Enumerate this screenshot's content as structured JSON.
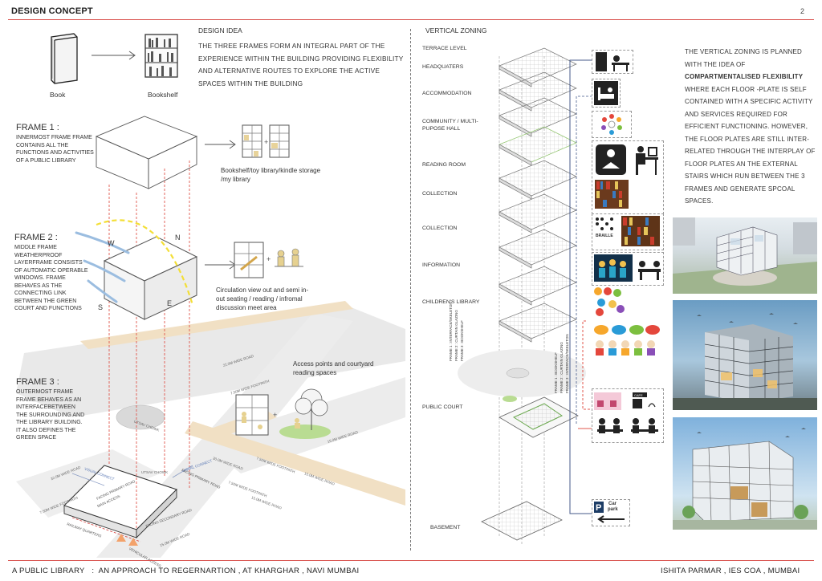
{
  "header": {
    "title": "DESIGN CONCEPT",
    "page": "2"
  },
  "book_demo": {
    "book_label": "Book",
    "shelf_label": "Bookshelf"
  },
  "design_idea": {
    "title": "DESIGN IDEA",
    "text": "THE THREE FRAMES FORM AN INTEGRAL PART OF THE EXPERIENCE WITHIN THE BUILDING PROVIDING FLEXIBILITY AND ALTERNATIVE ROUTES TO EXPLORE THE ACTIVE SPACES WITHIN THE BUILDING"
  },
  "frames": [
    {
      "title": "FRAME 1 :",
      "text": "INNERMOST FRAME FRAME CONTAINS ALL THE FUNCTIONS AND ACTIVITIES OF A PUBLIC LIBRARY",
      "caption": "Bookshelf/toy library/kindle storage /my library"
    },
    {
      "title": "FRAME 2 :",
      "text": "MIDDLE FRAME WEATHERPROOF LAYERFRAME CONSISTS OF AUTOMATIC OPERABLE WINDOWS. FRAME BEHAVES AS THE CONNECTING LINK BETWEEN THE GREEN COURT AND FUNCTIONS",
      "caption": "Circulation view out and semi in-out seating / reading / infromal discussion meet area"
    },
    {
      "title": "FRAME 3 :",
      "text": "OUTERMOST FRAME FRAME BEHAVES AS AN INTERFACEBETWEEN THE SURROUNDING AND THE LIBRARY BUILDING. IT ALSO DEFINES THE GREEN SPACE",
      "caption": "Access points and courtyard reading spaces"
    }
  ],
  "compass": {
    "w": "W",
    "n": "N",
    "s": "S",
    "e": "E"
  },
  "site": {
    "roads": [
      "22.0M WIDE ROAD",
      "7.50M WIDE FOOTPATH",
      "32.0M WIDE ROAD",
      "30.0M WIDE ROAD",
      "7.50M WIDE FOOTPATH",
      "15.0M WIDE ROAD",
      "15.0M WIDE ROAD",
      "7.50M WIDE FOOTPATH",
      "7.50M WIDE FOOTPATH",
      "15.0M WIDE ROAD",
      "15.0M WIDE ROAD"
    ],
    "labels": [
      "UTSAV CHOWK",
      "UTSAV CHOWK",
      "VISUAL CONNECT",
      "VISUAL CONNECT",
      "FACING PRIMARY ROAD",
      "FACING PRIMARY ROAD",
      "FACING SECONDARY ROAD",
      "RAILWAY QUARTERS",
      "VEHICULAR ACCESS",
      "MAIN ACCESS"
    ]
  },
  "vertical_zoning": {
    "title": "VERTICAL ZONING",
    "levels": [
      "TERRACE LEVEL",
      "HEADQUATERS",
      "ACCOMMODATION",
      "COMMUNITY / MULTI-PUPOSE HALL",
      "READING ROOM",
      "COLLECTION",
      "COLLECTION",
      "INFORMATION",
      "CHILDREN'S LIBRARY",
      "PUBLIC COURT",
      "BASEMENT"
    ],
    "frame_legend_left": [
      "FRAME 1 : INTERFACE/SKELETON",
      "FRAME 2 : CURTAIN GLAZING",
      "FRAME 3 : BOOKSHELF"
    ],
    "frame_legend_right": [
      "FRAME 1 : BOOKSHELF",
      "FRAME 2 : CURTAIN GLAZING",
      "FRAME 3 : INTERFACE/SKELETON"
    ],
    "icon_labels": {
      "braille": "BRAILLE",
      "cafe": "CAFE",
      "car": "Car",
      "park": "park"
    }
  },
  "zoning_text": {
    "line1": "THE VERTICAL ZONING IS PLANNED WITH THE IDEA OF",
    "emph": "COMPARTMENTALISED FLEXIBILITY",
    "line2": "WHERE EACH FLOOR -PLATE IS SELF CONTAINED WITH A SPECIFIC ACTIVITY AND SERVICES REQUIRED FOR EFFICIENT FUNCTIONING. HOWEVER, THE FLOOR PLATES ARE STILL INTER-RELATED THROUGH THE INTERPLAY OF FLOOR PLATES AN THE EXTERNAL STAIRS WHICH RUN BETWEEN THE 3 FRAMES AND GENERATE SPCOAL SPACES."
  },
  "footer": {
    "left": "A PUBLIC LIBRARY   :  AN APPROACH TO REGERNARTION , AT KHARGHAR , NAVI MUMBAI",
    "right": "ISHITA PARMAR , IES COA , MUMBAI"
  },
  "colors": {
    "accent": "#d9534f",
    "road": "#e5e5e5",
    "footpath": "#f2e3c9",
    "dashed_red": "#e0574d",
    "green": "#b9dc92"
  }
}
